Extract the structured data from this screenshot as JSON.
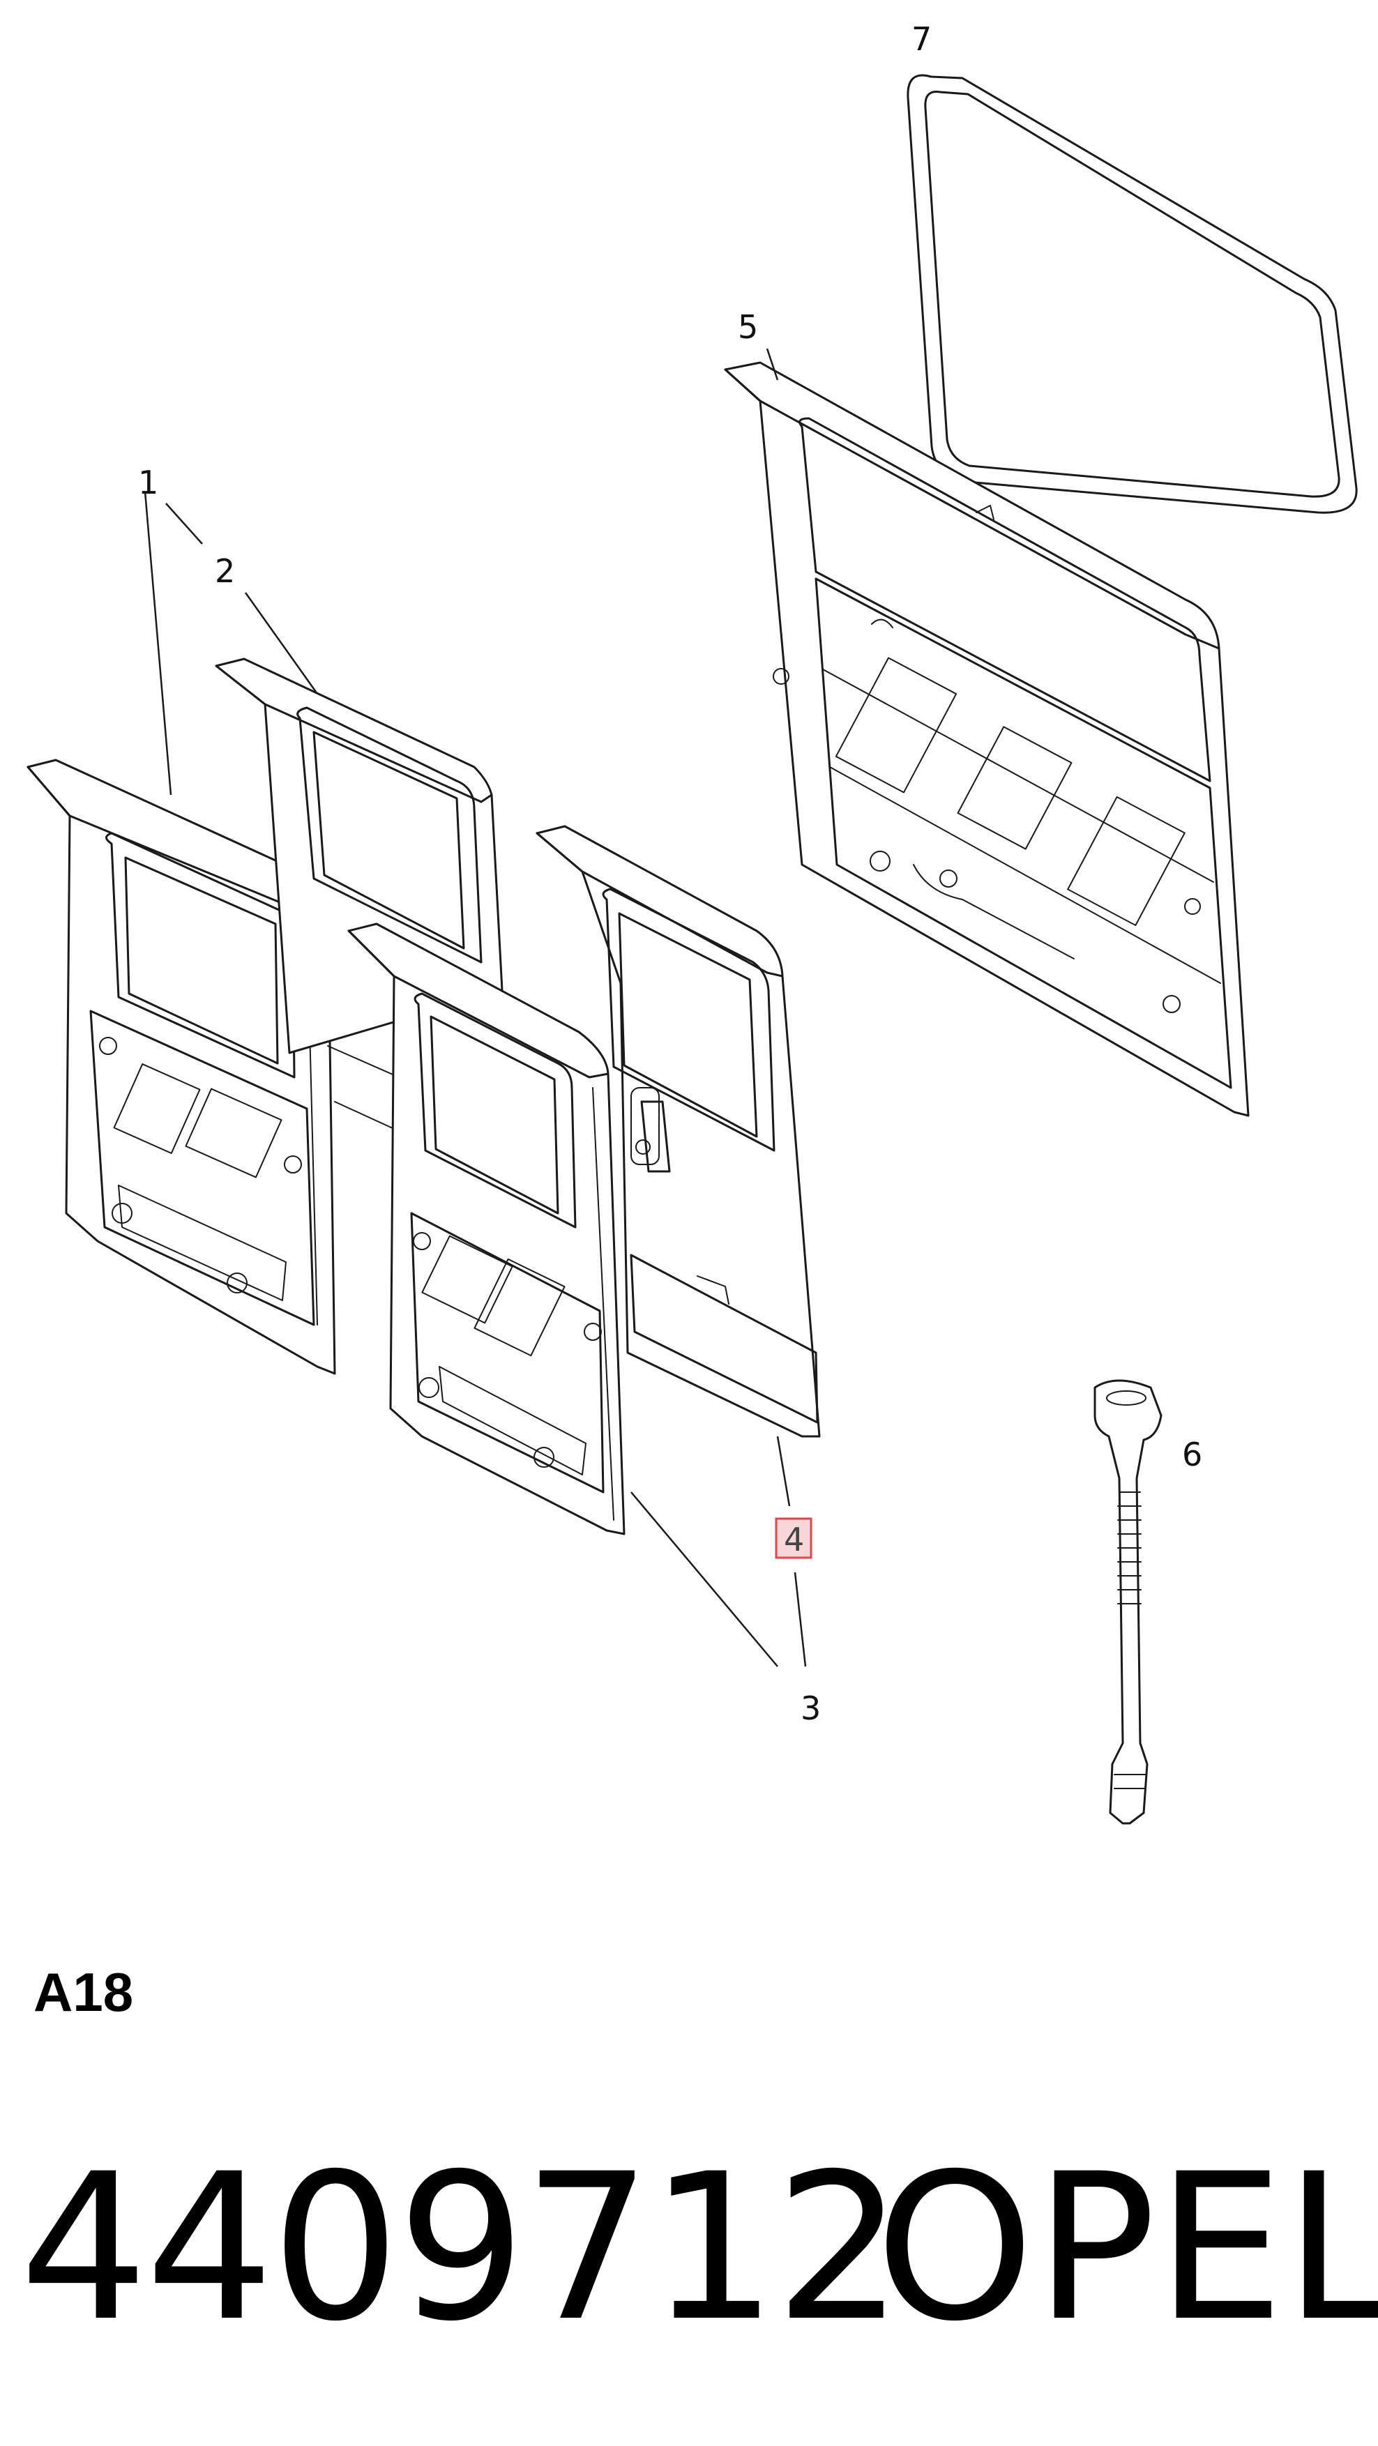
{
  "callouts": {
    "c1": "1",
    "c2": "2",
    "c3": "3",
    "c4": "4",
    "c5": "5",
    "c6": "6",
    "c7": "7"
  },
  "highlight_color": "#e0464a",
  "section_code": "A18",
  "part_number": "4409712",
  "brand": "OPEL"
}
